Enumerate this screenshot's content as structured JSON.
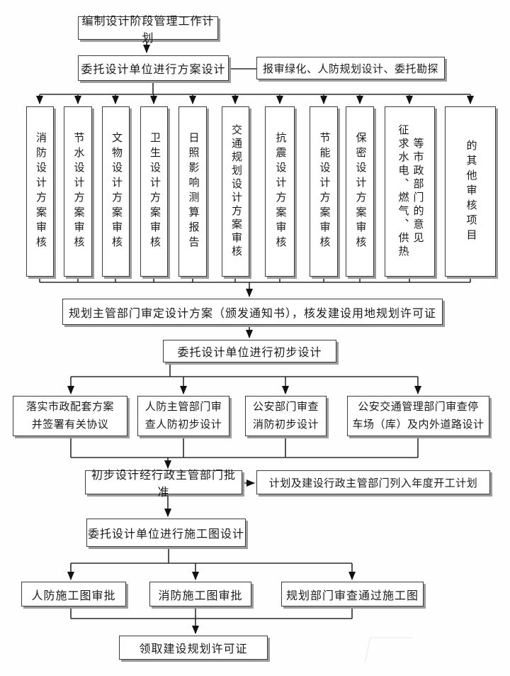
{
  "diagram": {
    "start": "编制设计阶段管理工作计划",
    "scheme_design": "委托设计单位进行方案设计",
    "side_note": "报审绿化、人防规划设计、委托勘探",
    "reviews": [
      {
        "lines": [
          "消防设计方案审核"
        ]
      },
      {
        "lines": [
          "节水设计方案审核"
        ]
      },
      {
        "lines": [
          "文物设计方案审核"
        ]
      },
      {
        "lines": [
          "卫生设计方案审核"
        ]
      },
      {
        "lines": [
          "日照影响测算报告"
        ]
      },
      {
        "lines": [
          "交通规划设计方案审核"
        ]
      },
      {
        "lines": [
          "抗震设计方案审核"
        ]
      },
      {
        "lines": [
          "节能设计方案审核"
        ]
      },
      {
        "lines": [
          "保密设计方案审核"
        ]
      },
      {
        "lines": [
          "征求水电、燃气、供热",
          "等市政部门的意见"
        ]
      },
      {
        "lines": [
          "的其他审核项目"
        ]
      }
    ],
    "plan_approval": "规划主管部门审定设计方案（颁发通知书），核发建设用地规划许可证",
    "preliminary_design": "委托设计单位进行初步设计",
    "preliminary_reviews": [
      "落实市政配套方案\n并签署有关协议",
      "人防主管部门审\n查人防初步设计",
      "公安部门审查\n消防初步设计",
      "公安交通管理部门审查停\n车场（库）及内外道路设计"
    ],
    "preliminary_approved": "初步设计经行政主管部门批准",
    "annual_plan": "计划及建设行政主管部门列入年度开工计划",
    "construction_drawing_design": "委托设计单位进行施工图设计",
    "drawing_reviews": [
      "人防施工图审批",
      "消防施工图审批",
      "规划部门审查通过施工图"
    ],
    "final_permit": "领取建设规划许可证",
    "colors": {
      "line": "#2b2b2b",
      "border": "#3c3c3c",
      "shadow": "#9c9c9c",
      "text": "#1a1a1a",
      "background": "#ffffff"
    }
  }
}
